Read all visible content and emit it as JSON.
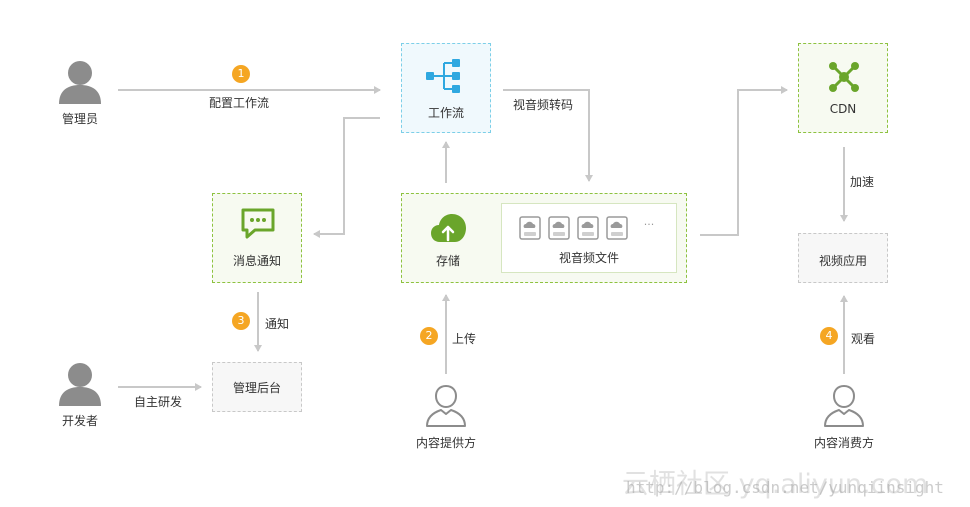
{
  "nodes": {
    "admin": "管理员",
    "workflow": "工作流",
    "cdn": "CDN",
    "notify": "消息通知",
    "storage": "存储",
    "av_files": "视音频文件",
    "ellipsis": "···",
    "video_app": "视频应用",
    "admin_console": "管理后台",
    "developer": "开发者",
    "content_provider": "内容提供方",
    "content_consumer": "内容消费方"
  },
  "edges": {
    "configure_workflow": "配置工作流",
    "transcode": "视音频转码",
    "accelerate": "加速",
    "notice": "通知",
    "upload": "上传",
    "watch": "观看",
    "self_develop": "自主研发"
  },
  "steps": [
    "1",
    "2",
    "3",
    "4"
  ],
  "watermark": {
    "text": "云栖社区 yq.aliyun.com",
    "url": "http://blog.csdn.net/yunqiinsight"
  },
  "colors": {
    "green_border": "#8dc23f",
    "blue_border": "#7ccfe8",
    "badge": "#f5a623",
    "person": "#8c8c8c",
    "arrow": "#c8c8c8",
    "workflow_icon": "#2fa8e0",
    "green_icon": "#6aa52b"
  }
}
